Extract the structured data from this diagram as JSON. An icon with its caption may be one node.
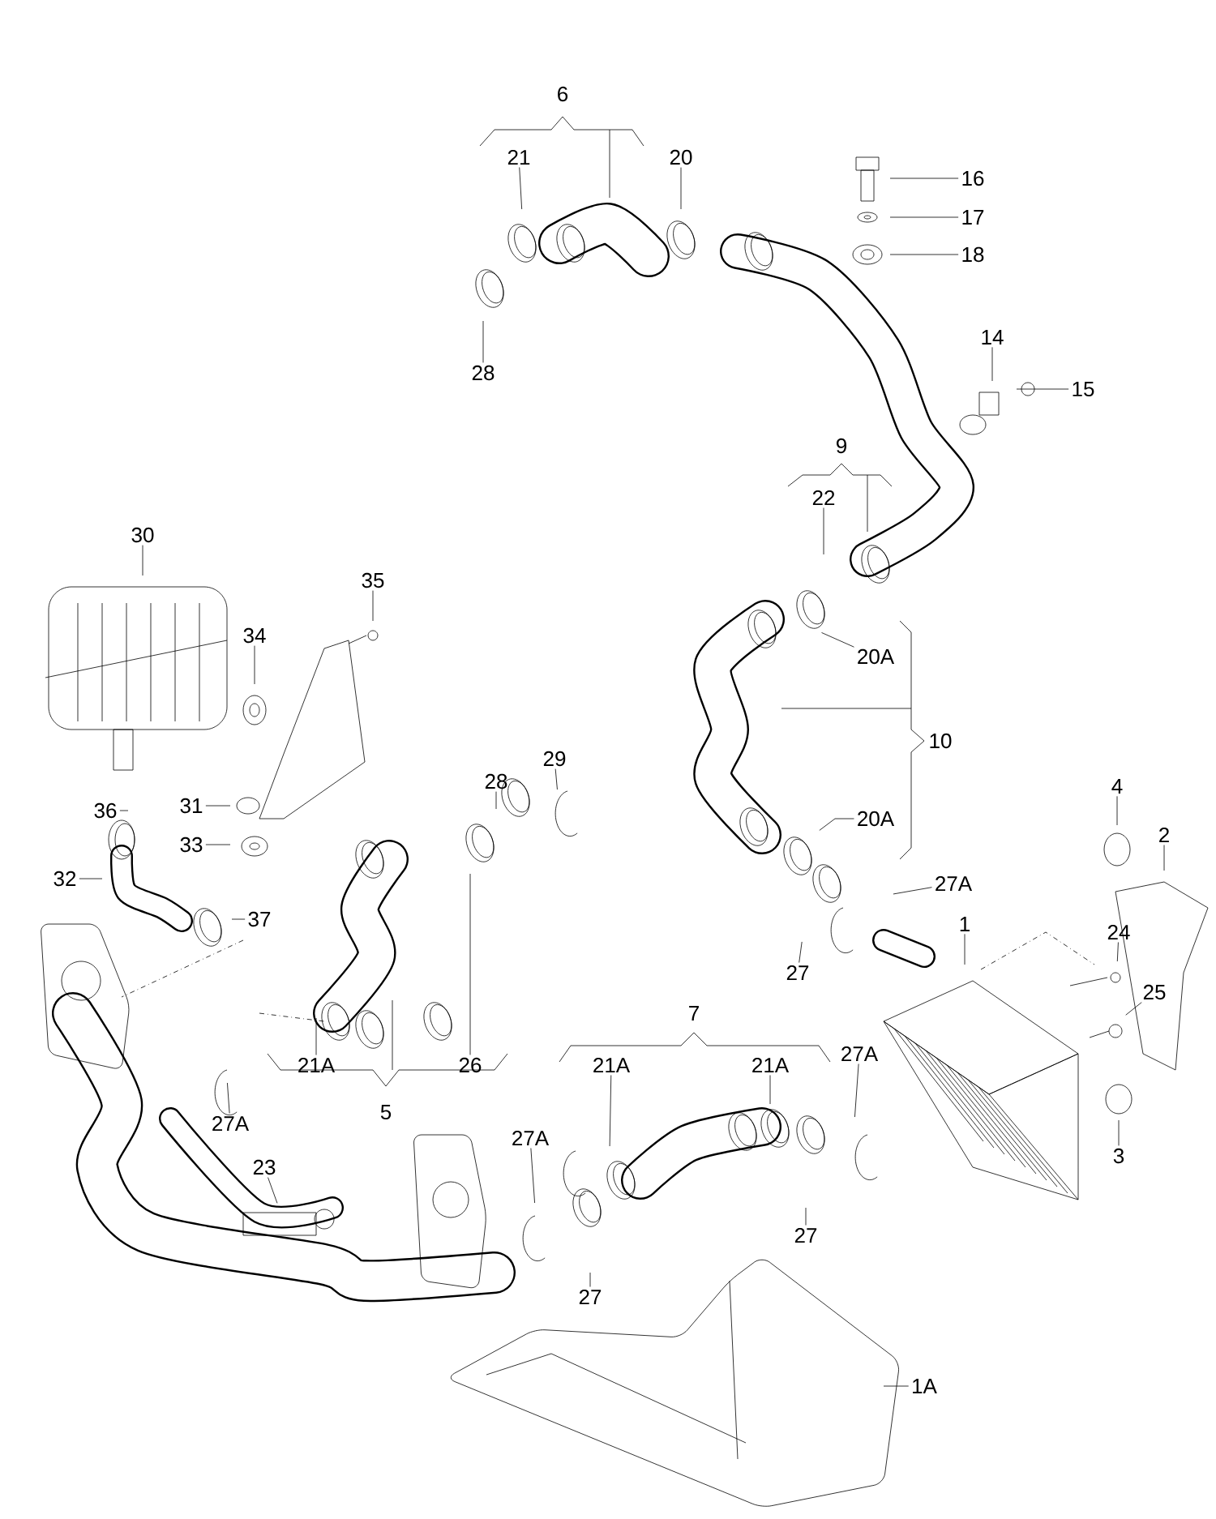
{
  "diagram": {
    "nodes": [
      {
        "text": [
          "21"
        ]
      },
      {
        "text": [
          "20"
        ]
      },
      {
        "text": [
          "16"
        ]
      },
      {
        "text": [
          "17"
        ]
      },
      {
        "text": [
          "18"
        ]
      },
      {
        "text": [
          "28"
        ]
      },
      {
        "text": [
          "14"
        ]
      },
      {
        "text": [
          "15"
        ]
      },
      {
        "text": [
          "22"
        ]
      },
      {
        "text": [
          "30"
        ]
      },
      {
        "text": [
          "35"
        ]
      },
      {
        "text": [
          "34"
        ]
      },
      {
        "text": [
          "20A"
        ]
      },
      {
        "text": [
          "4"
        ]
      },
      {
        "text": [
          "2"
        ]
      },
      {
        "text": [
          "28"
        ]
      },
      {
        "text": [
          "29"
        ]
      },
      {
        "text": [
          "31"
        ]
      },
      {
        "text": [
          "36"
        ]
      },
      {
        "text": [
          "20A"
        ]
      },
      {
        "text": [
          "33"
        ]
      },
      {
        "text": [
          "32"
        ]
      },
      {
        "text": [
          "27A"
        ]
      },
      {
        "text": [
          "37"
        ]
      },
      {
        "text": [
          "1"
        ]
      },
      {
        "text": [
          "24"
        ]
      },
      {
        "text": [
          "27"
        ]
      },
      {
        "text": [
          "25"
        ]
      },
      {
        "text": [
          "21A"
        ]
      },
      {
        "text": [
          "21A"
        ]
      },
      {
        "text": [
          "27A"
        ]
      },
      {
        "text": [
          "21A"
        ]
      },
      {
        "text": [
          "26"
        ]
      },
      {
        "text": [
          "27A"
        ]
      },
      {
        "text": [
          "3"
        ]
      },
      {
        "text": [
          "23"
        ]
      },
      {
        "text": [
          "27A"
        ]
      },
      {
        "text": [
          "27"
        ]
      },
      {
        "text": [
          "27"
        ]
      },
      {
        "text": [
          "1A"
        ]
      }
    ],
    "edges": [
      {
        "from": 0,
        "to": null,
        "arrow": "none"
      },
      {
        "from": 1,
        "to": null,
        "arrow": "none"
      },
      {
        "from": 2,
        "to": null,
        "arrow": "none"
      },
      {
        "from": 3,
        "to": null,
        "arrow": "none"
      },
      {
        "from": 4,
        "to": null,
        "arrow": "none"
      },
      {
        "from": 5,
        "to": null,
        "arrow": "none"
      },
      {
        "from": 6,
        "to": null,
        "arrow": "none"
      },
      {
        "from": 7,
        "to": null,
        "arrow": "none"
      },
      {
        "from": 8,
        "to": null,
        "arrow": "none"
      },
      {
        "from": 9,
        "to": null,
        "arrow": "none"
      },
      {
        "from": 10,
        "to": null,
        "arrow": "none"
      },
      {
        "from": 11,
        "to": null,
        "arrow": "none"
      },
      {
        "from": 12,
        "to": null,
        "arrow": "none"
      },
      {
        "from": 13,
        "to": null,
        "arrow": "none"
      },
      {
        "from": 14,
        "to": null,
        "arrow": "none"
      },
      {
        "from": 15,
        "to": null,
        "arrow": "none"
      },
      {
        "from": 16,
        "to": null,
        "arrow": "none"
      },
      {
        "from": 17,
        "to": null,
        "arrow": "none"
      },
      {
        "from": 18,
        "to": null,
        "arrow": "none"
      },
      {
        "from": 19,
        "to": null,
        "arrow": "none"
      },
      {
        "from": 20,
        "to": null,
        "arrow": "none"
      },
      {
        "from": 21,
        "to": null,
        "arrow": "none"
      },
      {
        "from": 22,
        "to": null,
        "arrow": "none"
      },
      {
        "from": 23,
        "to": null,
        "arrow": "none"
      },
      {
        "from": 24,
        "to": null,
        "arrow": "none"
      },
      {
        "from": 25,
        "to": null,
        "arrow": "none"
      },
      {
        "from": 26,
        "to": null,
        "arrow": "none"
      },
      {
        "from": 27,
        "to": null,
        "arrow": "none"
      },
      {
        "from": 28,
        "to": null,
        "arrow": "none"
      },
      {
        "from": 29,
        "to": null,
        "arrow": "none"
      },
      {
        "from": 30,
        "to": null,
        "arrow": "none"
      },
      {
        "from": 31,
        "to": null,
        "arrow": "none"
      },
      {
        "from": 32,
        "to": null,
        "arrow": "none"
      },
      {
        "from": 33,
        "to": null,
        "arrow": "none"
      },
      {
        "from": 34,
        "to": null,
        "arrow": "none"
      },
      {
        "from": 35,
        "to": null,
        "arrow": "none"
      },
      {
        "from": 36,
        "to": null,
        "arrow": "none"
      },
      {
        "from": 37,
        "to": null,
        "arrow": "none"
      },
      {
        "from": 38,
        "to": null,
        "arrow": "none"
      },
      {
        "from": 39,
        "to": null,
        "arrow": "none"
      }
    ],
    "labels": [
      "6",
      "9",
      "10",
      "7",
      "5"
    ]
  }
}
